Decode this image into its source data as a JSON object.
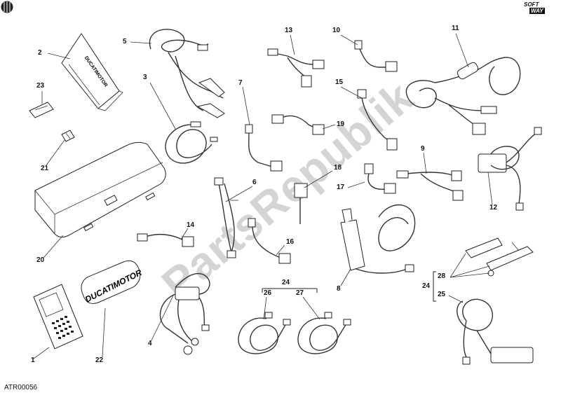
{
  "diagram": {
    "code": "ATR00056",
    "watermark": "PartsRepublik",
    "logo": {
      "line1": "SOFT",
      "line2": "WAY"
    },
    "manual_brand": "DUCATIMOTOR",
    "bag_brand": "DUCATIMOTOR",
    "labels": {
      "n1": "1",
      "n2": "2",
      "n3": "3",
      "n4": "4",
      "n5": "5",
      "n6": "6",
      "n7": "7",
      "n8": "8",
      "n9": "9",
      "n10": "10",
      "n11": "11",
      "n12": "12",
      "n13": "13",
      "n14": "14",
      "n15": "15",
      "n16": "16",
      "n17": "17",
      "n18": "18",
      "n19": "19",
      "n20": "20",
      "n21": "21",
      "n22": "22",
      "n23": "23",
      "n24a": "24",
      "n24b": "24",
      "n25": "25",
      "n26": "26",
      "n27": "27",
      "n28": "28"
    }
  }
}
